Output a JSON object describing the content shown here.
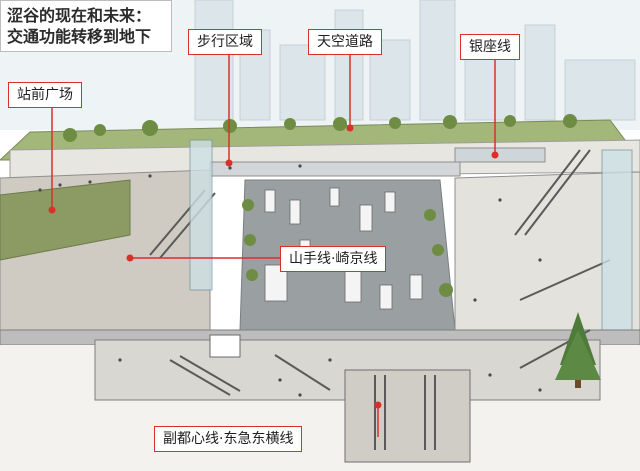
{
  "title": {
    "line1": "涩谷的现在和未来：",
    "line2": "交通功能转移到地下"
  },
  "labels": {
    "station_plaza": "站前广场",
    "pedestrian_area": "步行区域",
    "sky_road": "天空道路",
    "ginza_line": "银座线",
    "yamanote_saikyo": "山手线·崎京线",
    "fukutoshin_toyoko": "副都心线·东急东横线"
  },
  "colors": {
    "accent": "#d9302a",
    "sky": "#eef3f6",
    "greenery": "#7d9a4e",
    "structure": "#e8e6e1",
    "ground": "#9aa0a2"
  }
}
